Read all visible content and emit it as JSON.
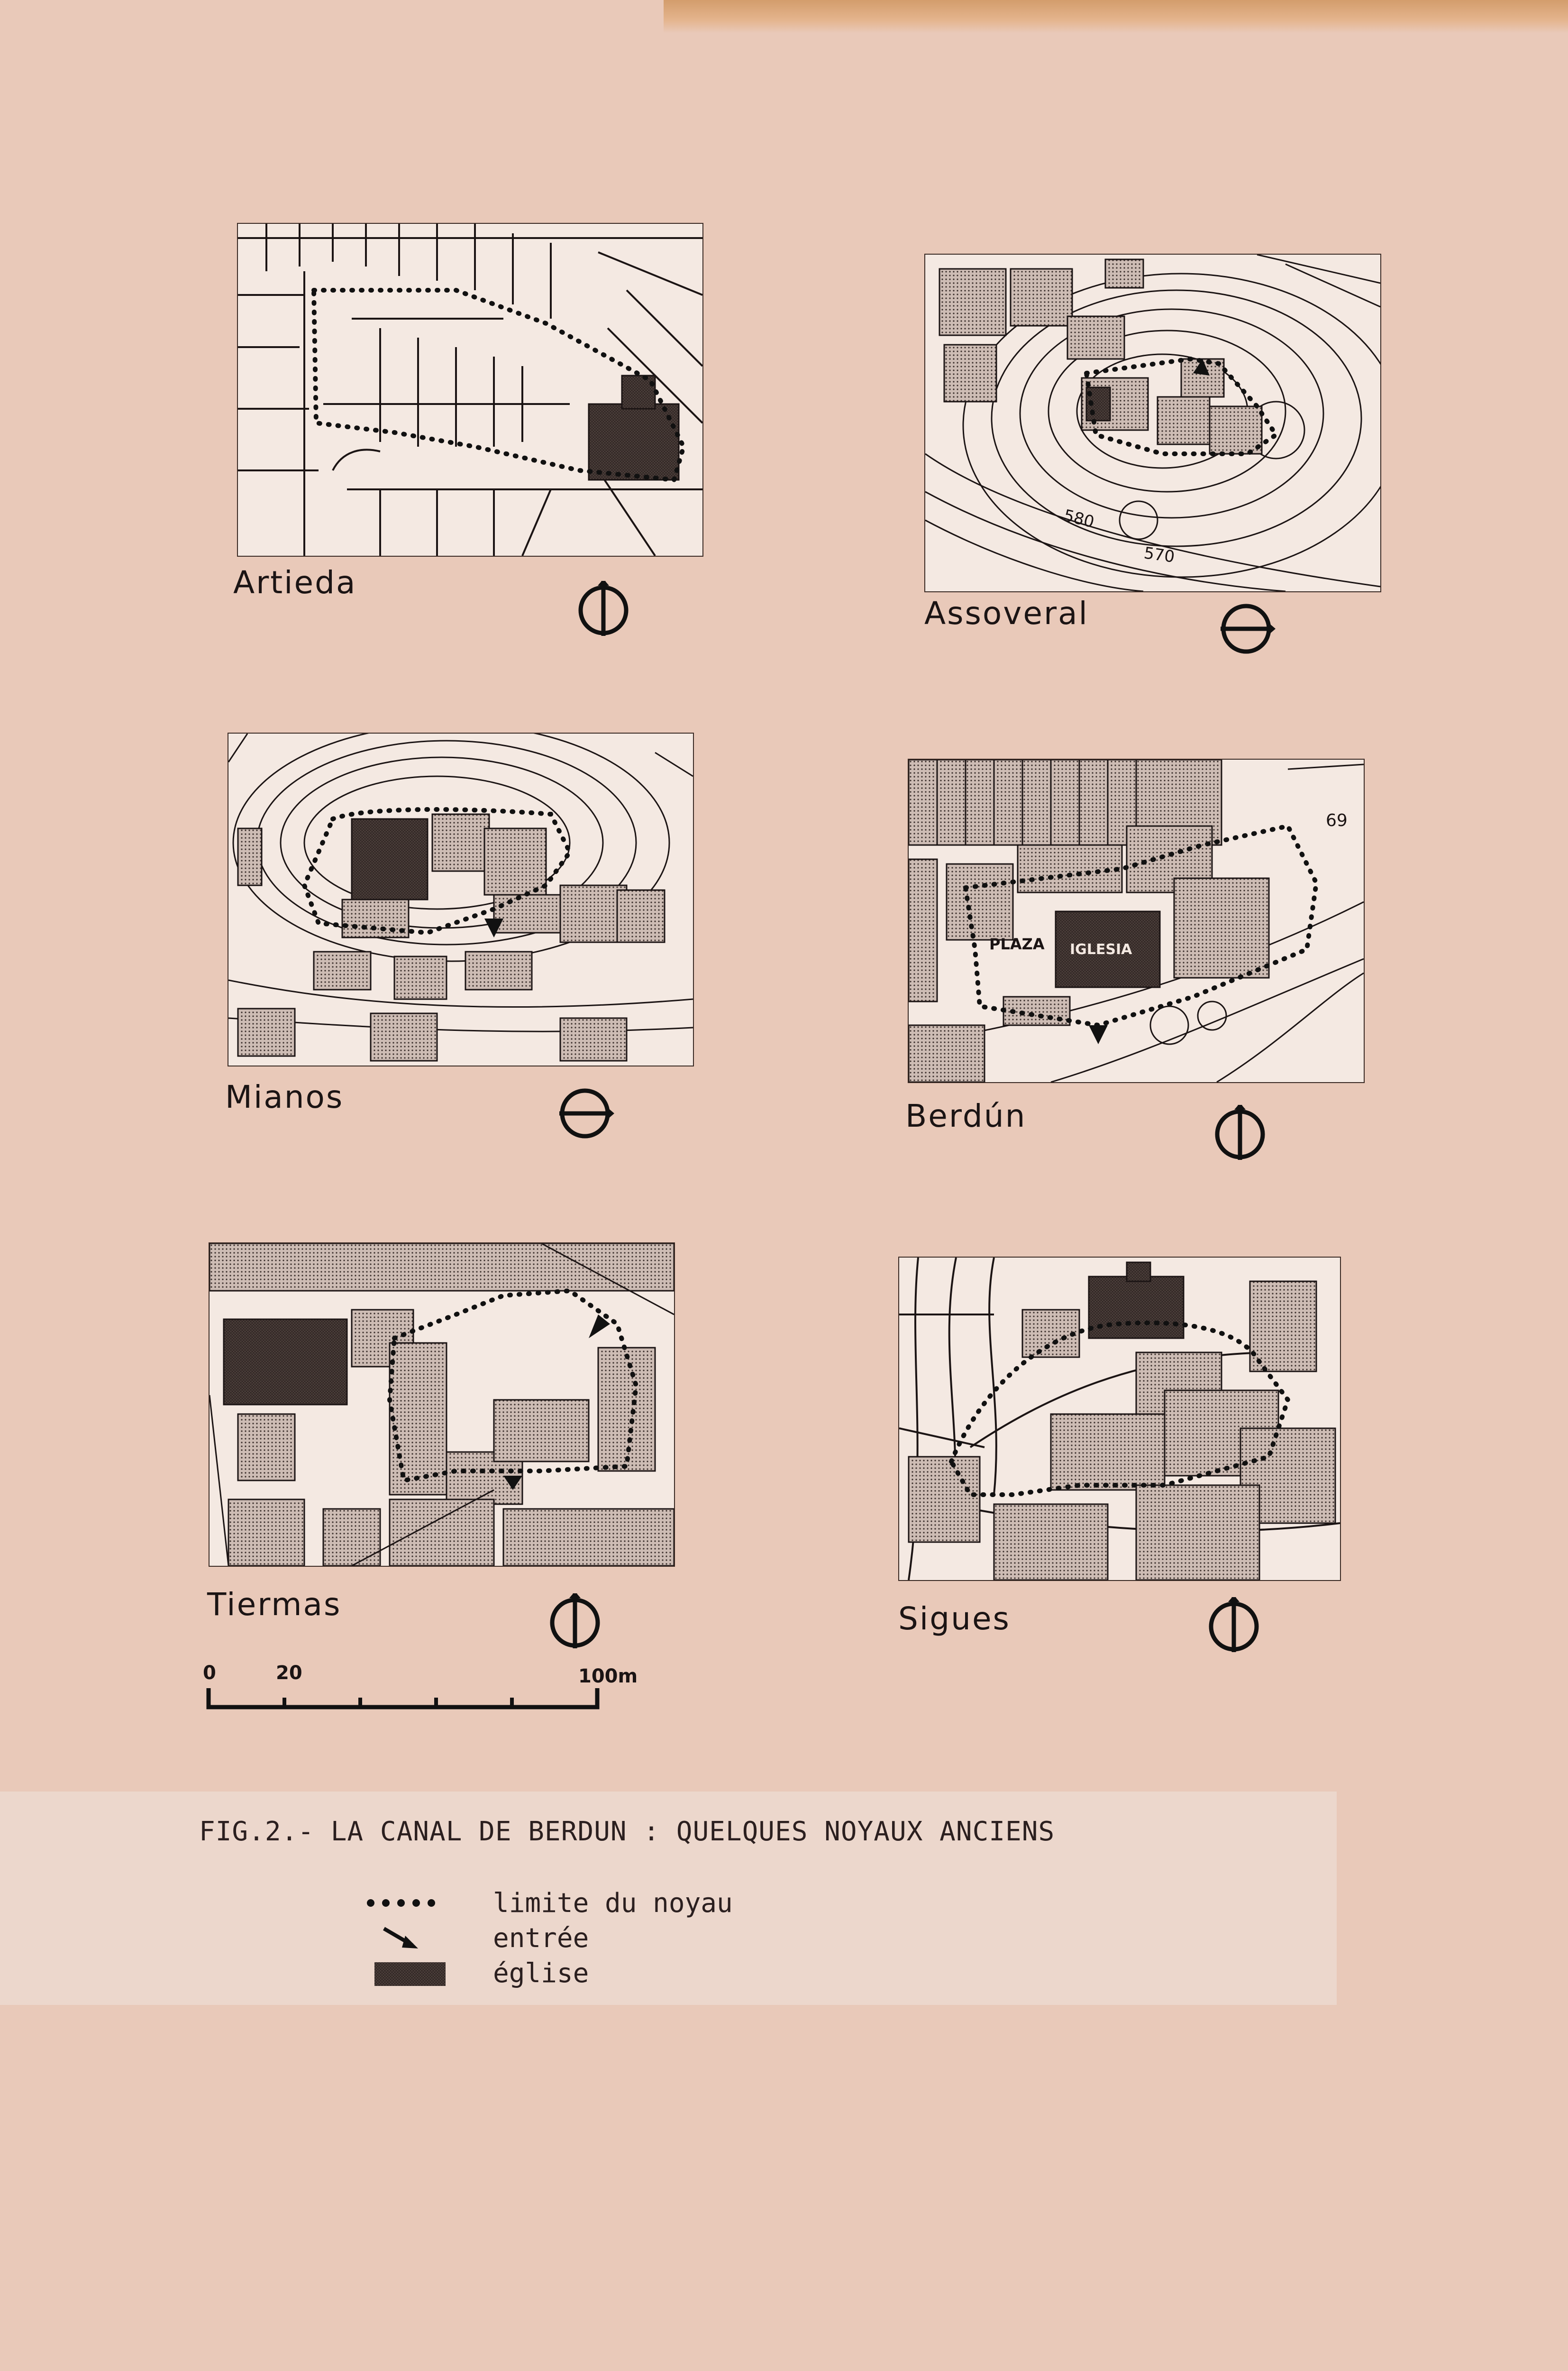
{
  "figure": {
    "caption": "FIG.2.- LA CANAL DE BERDUN : QUELQUES NOYAUX ANCIENS"
  },
  "maps": [
    {
      "name": "Artieda",
      "north": "up"
    },
    {
      "name": "Assoveral",
      "north": "right",
      "contours": [
        "580",
        "570"
      ]
    },
    {
      "name": "Mianos",
      "north": "right"
    },
    {
      "name": "Berdún",
      "north": "up",
      "labels": [
        "PLAZA",
        "IGLESIA",
        "69"
      ]
    },
    {
      "name": "Tiermas",
      "north": "up"
    },
    {
      "name": "Sigues",
      "north": "up"
    }
  ],
  "scale": {
    "tick_start": "0",
    "tick_mid": "20",
    "tick_end": "100m"
  },
  "legend": [
    {
      "symbol": "dotted-line",
      "label": "limite du noyau"
    },
    {
      "symbol": "arrow",
      "label": "entrée"
    },
    {
      "symbol": "hatched-block",
      "label": "église"
    }
  ],
  "colors": {
    "board": "#e9c9b9",
    "paper": "#f4e9e2",
    "ink": "#1b1414",
    "church": "#5a4a46"
  }
}
